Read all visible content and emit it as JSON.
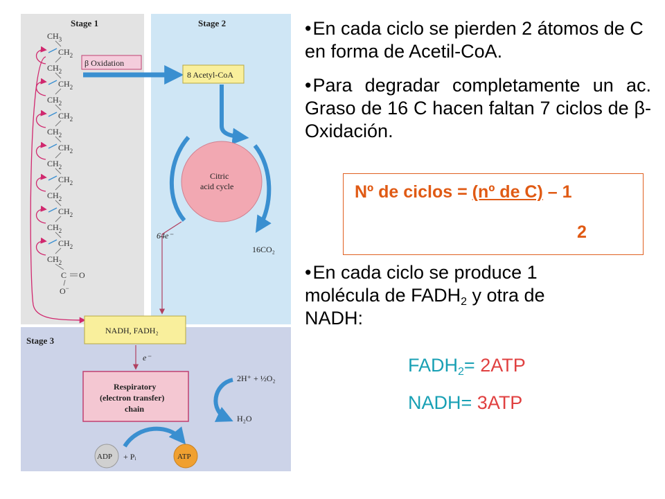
{
  "figure": {
    "stage1": "Stage 1",
    "stage2": "Stage 2",
    "stage3": "Stage 3",
    "chain": [
      "CH",
      "CH",
      "CH",
      "CH",
      "CH",
      "CH",
      "CH",
      "CH",
      "CH",
      "CH",
      "CH",
      "CH",
      "CH",
      "CH",
      "CH",
      "C",
      "O"
    ],
    "ch3_sub": "3",
    "ch2_sub": "2",
    "carbonyl_o": "O",
    "oxidation_label": "β Oxidation",
    "acetyl_label": "8 Acetyl-CoA",
    "cycle_label_1": "Citric",
    "cycle_label_2": "acid cycle",
    "electrons_cycle": "64e⁻",
    "co2_label": "16CO₂",
    "nadh_box": "NADH, FADH₂",
    "electrons_chain": "e⁻",
    "resp_1": "Respiratory",
    "resp_2": "(electron transfer)",
    "resp_3": "chain",
    "oxygen_label": "2H⁺ + ½O₂",
    "water_label": "H₂O",
    "adp_label": "ADP",
    "pi_label": "+ Pᵢ",
    "atp_label": "ATP"
  },
  "text": {
    "bullet_char": "•",
    "b1": "En cada ciclo se pierden 2 átomos de C en forma de Acetil-CoA.",
    "b2": "Para degradar completamente un ac. Graso de 16 C hacen faltan 7 ciclos de β-Oxidación.",
    "b3_pre": "En cada ciclo se produce 1 molécula de FADH",
    "b3_sub": "2",
    "b3_post": " y otra de NADH:"
  },
  "formula": {
    "lhs": "Nº de ciclos = ",
    "numerator": "(nº de C)",
    "tail": " – 1",
    "denominator": "2"
  },
  "atp": {
    "fadh_lhs": "FADH",
    "fadh_sub": "2",
    "fadh_eq": "= ",
    "fadh_rhs": "2ATP",
    "nadh_lhs": "NADH",
    "nadh_eq": "= ",
    "nadh_rhs": "3ATP"
  },
  "colors": {
    "stage1_bg": "#e3e3e3",
    "stage2_bg": "#cfe6f5",
    "stage3_bg": "#ccd3e8",
    "arrow_blue": "#3a8fd0",
    "arrow_magenta": "#d0286e",
    "box_yellow": "#f9ef9c",
    "cycle_pink": "#f2a8b2",
    "formula_orange": "#e05a14"
  }
}
